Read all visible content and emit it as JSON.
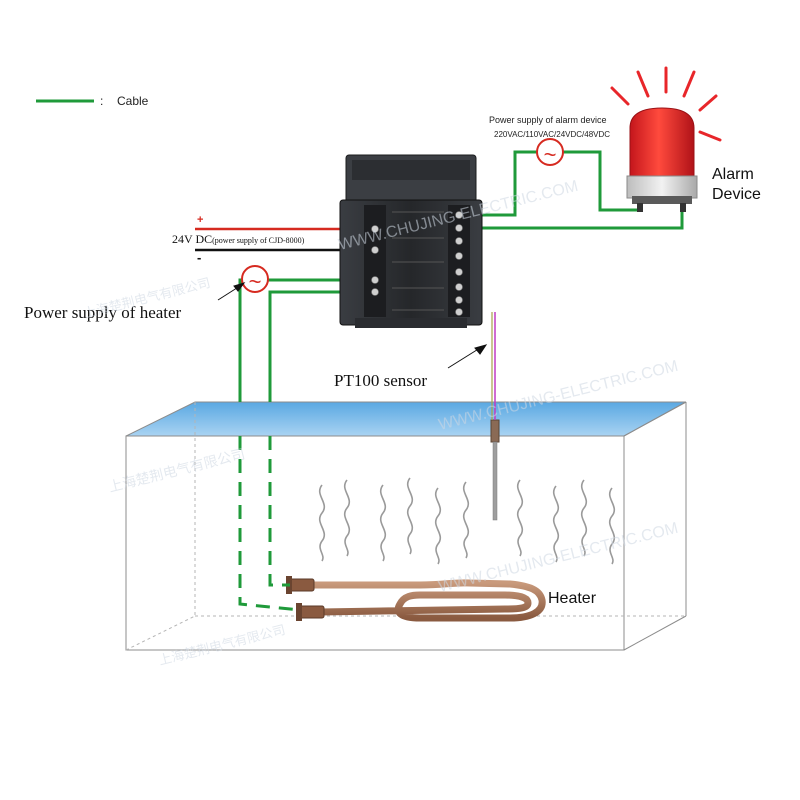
{
  "legend": {
    "separator": ":",
    "cable_label": "Cable"
  },
  "labels": {
    "alarm_supply_title": "Power supply  of alarm device",
    "alarm_supply_voltages": "220VAC/110VAC/24VDC/48VDC",
    "alarm_device_line1": "Alarm",
    "alarm_device_line2": "Device",
    "dc_plus": "+",
    "dc_minus": "-",
    "dc_main": "24V DC",
    "dc_detail": "(power supply of CJD-8000)",
    "heater_supply": "Power supply of heater",
    "pt100": "PT100 sensor",
    "heater": "Heater"
  },
  "symbols": {
    "ac_source": "~"
  },
  "watermarks": {
    "zh": "上海楚荆电气有限公司",
    "www": "WWW.CHUJING-ELECTRIC.COM"
  },
  "colors": {
    "cable_green": "#1f9a3a",
    "dc_red": "#d62a20",
    "water_top": "#6fb6e8",
    "heater_copper": "#b07a5a",
    "alarm_red": "#e8262a",
    "controller_body": "#2b2d30"
  }
}
